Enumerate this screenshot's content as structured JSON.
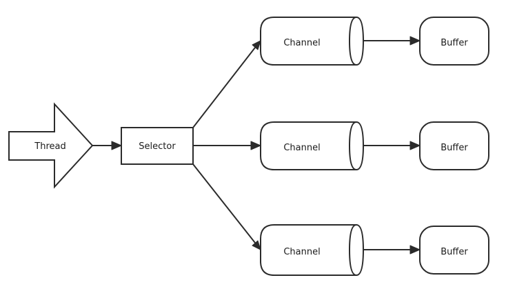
{
  "diagram": {
    "thread": {
      "label": "Thread"
    },
    "selector": {
      "label": "Selector"
    },
    "channels": [
      {
        "label": "Channel"
      },
      {
        "label": "Channel"
      },
      {
        "label": "Channel"
      }
    ],
    "buffers": [
      {
        "label": "Buffer"
      },
      {
        "label": "Buffer"
      },
      {
        "label": "Buffer"
      }
    ]
  }
}
